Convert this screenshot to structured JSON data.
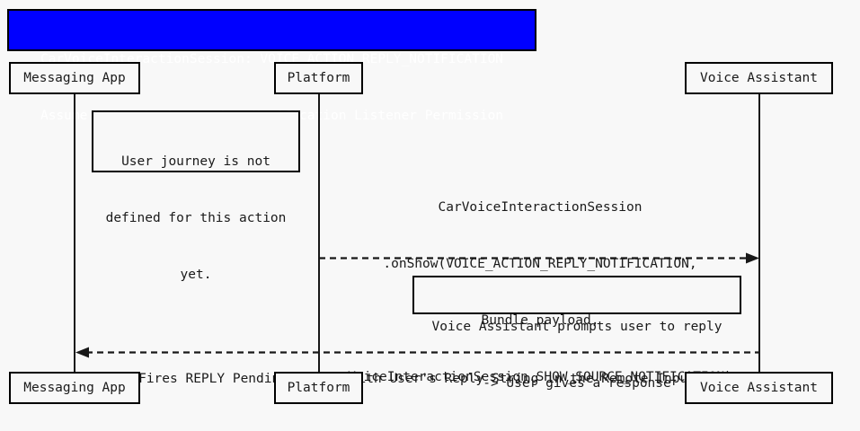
{
  "diagram": {
    "kind": "uml-sequence-diagram",
    "background_color": "#f8f8f8",
    "line_color": "#181818",
    "text_color": "#1a1a1a",
    "title": {
      "background_color": "#0000ff",
      "text_color": "#ffffff",
      "border_color": "#000000",
      "line1": "CarVoiceInteractionSession: VOICE_ACTION_REPLY_NOTIFICATION",
      "line2": "Assume Voice Assistant has Notification Listener Permission"
    },
    "participants": [
      {
        "id": "messaging-app",
        "label": "Messaging App"
      },
      {
        "id": "platform",
        "label": "Platform"
      },
      {
        "id": "voice-assistant",
        "label": "Voice Assistant"
      }
    ],
    "notes": [
      {
        "id": "note-user-journey",
        "anchor": "messaging-app",
        "line1": "User journey is not",
        "line2": "defined for this action",
        "line3": "yet."
      },
      {
        "id": "note-voice-prompt",
        "anchor": "voice-assistant",
        "line1": "Voice Assistant prompts user to reply",
        "line2": "-> User gives a response"
      }
    ],
    "messages": [
      {
        "id": "msg-onshow",
        "from": "platform",
        "to": "voice-assistant",
        "direction": "right",
        "style": "dashed",
        "line1": "CarVoiceInteractionSession",
        "line2": ".onShow(VOICE_ACTION_REPLY_NOTIFICATION,",
        "line3": "Bundle payload,",
        "line4": "VoiceInteractionSession.SHOW_SOURCE_NOTIFICATION)"
      },
      {
        "id": "msg-reply-intent",
        "from": "voice-assistant",
        "to": "messaging-app",
        "direction": "left",
        "style": "dashed",
        "line1": "Fires REPLY Pending Intent with User's Reply String in the Remote Input"
      }
    ]
  }
}
